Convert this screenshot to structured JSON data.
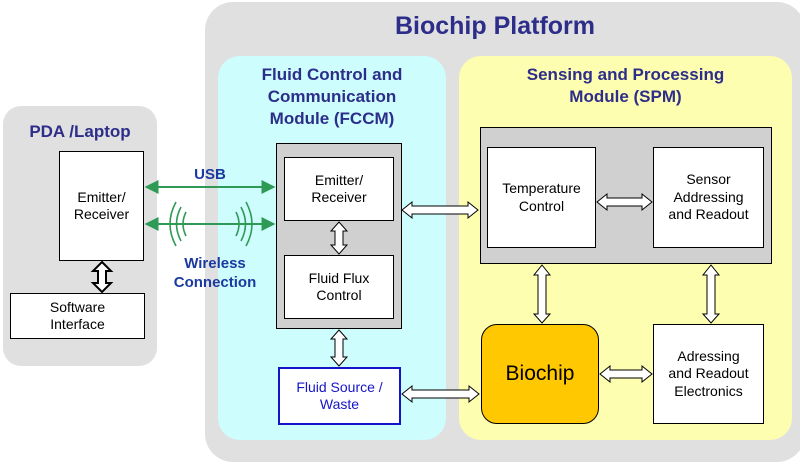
{
  "platform": {
    "title": "Biochip Platform"
  },
  "pda": {
    "title": "PDA /Laptop",
    "emitter": "Emitter/\nReceiver",
    "software": "Software\nInterface"
  },
  "fccm": {
    "title": "Fluid Control and\nCommunication\nModule (FCCM)",
    "emitter": "Emitter/\nReceiver",
    "flux": "Fluid Flux\nControl",
    "source": "Fluid Source /\nWaste"
  },
  "spm": {
    "title": "Sensing and Processing\nModule (SPM)",
    "temperature": "Temperature\nControl",
    "sensor": "Sensor\nAddressing\nand Readout",
    "biochip": "Biochip",
    "electronics": "Adressing\nand Readout\nElectronics"
  },
  "links": {
    "usb": "USB",
    "wireless": "Wireless\nConnection"
  },
  "colors": {
    "platform_bg": "#e0e0e0",
    "pda_bg": "#e0e0e0",
    "fccm_bg": "#cdfdfd",
    "spm_bg": "#fefeb0",
    "inner_grey": "#d0d0d0",
    "biochip": "#ffc800",
    "title_text": "#2d2d8a",
    "accent_text": "#1a3aa0",
    "connector_green": "#2e9a55"
  }
}
